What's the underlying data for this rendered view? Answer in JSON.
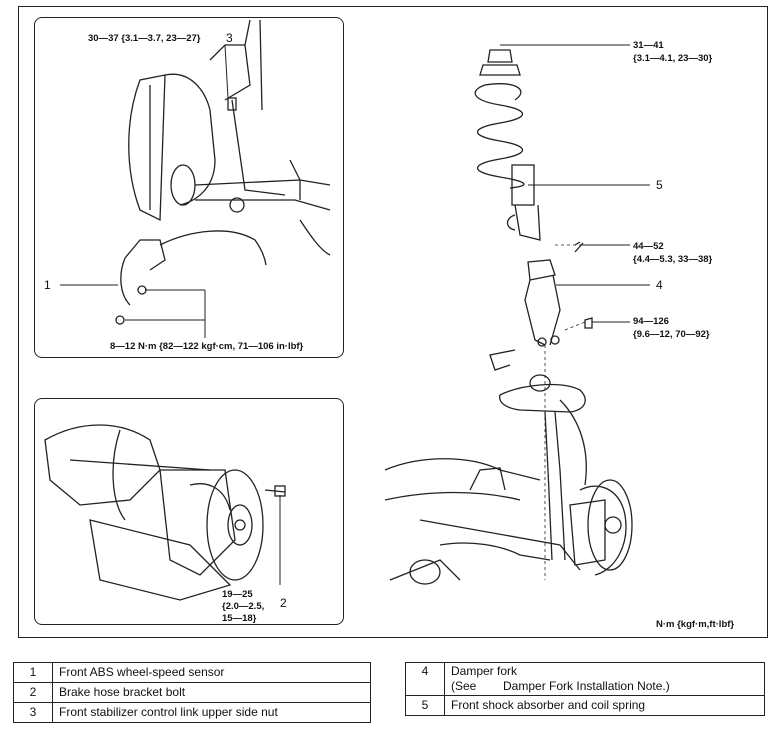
{
  "torques": {
    "t3": "30—37 {3.1—3.7, 23—27}",
    "t2": "8—12 N·m {82—122 kgf·cm, 71—106 in·lbf}",
    "t5_line1": "31—41",
    "t5_line2": "{3.1—4.1, 23—30}",
    "t4a_line1": "44—52",
    "t4a_line2": "{4.4—5.3, 33—38}",
    "t4b_line1": "94—126",
    "t4b_line2": "{9.6—12, 70—92}",
    "t1_line1": "19—25",
    "t1_line2": "{2.0—2.5,",
    "t1_line3": "15—18}"
  },
  "callouts": {
    "c3": "3",
    "c1": "1",
    "c5": "5",
    "c4": "4",
    "c2": "2"
  },
  "units_note": "N·m {kgf·m,ft·lbf}",
  "legend_left": [
    {
      "num": "1",
      "text": "Front ABS wheel-speed sensor"
    },
    {
      "num": "2",
      "text": "Brake hose bracket bolt"
    },
    {
      "num": "3",
      "text": "Front stabilizer control link upper side nut"
    }
  ],
  "legend_right": [
    {
      "num": "4",
      "text_line1": "Damper fork",
      "text_line2": "(See        Damper Fork Installation Note.)"
    },
    {
      "num": "5",
      "text": "Front shock absorber and coil spring"
    }
  ]
}
